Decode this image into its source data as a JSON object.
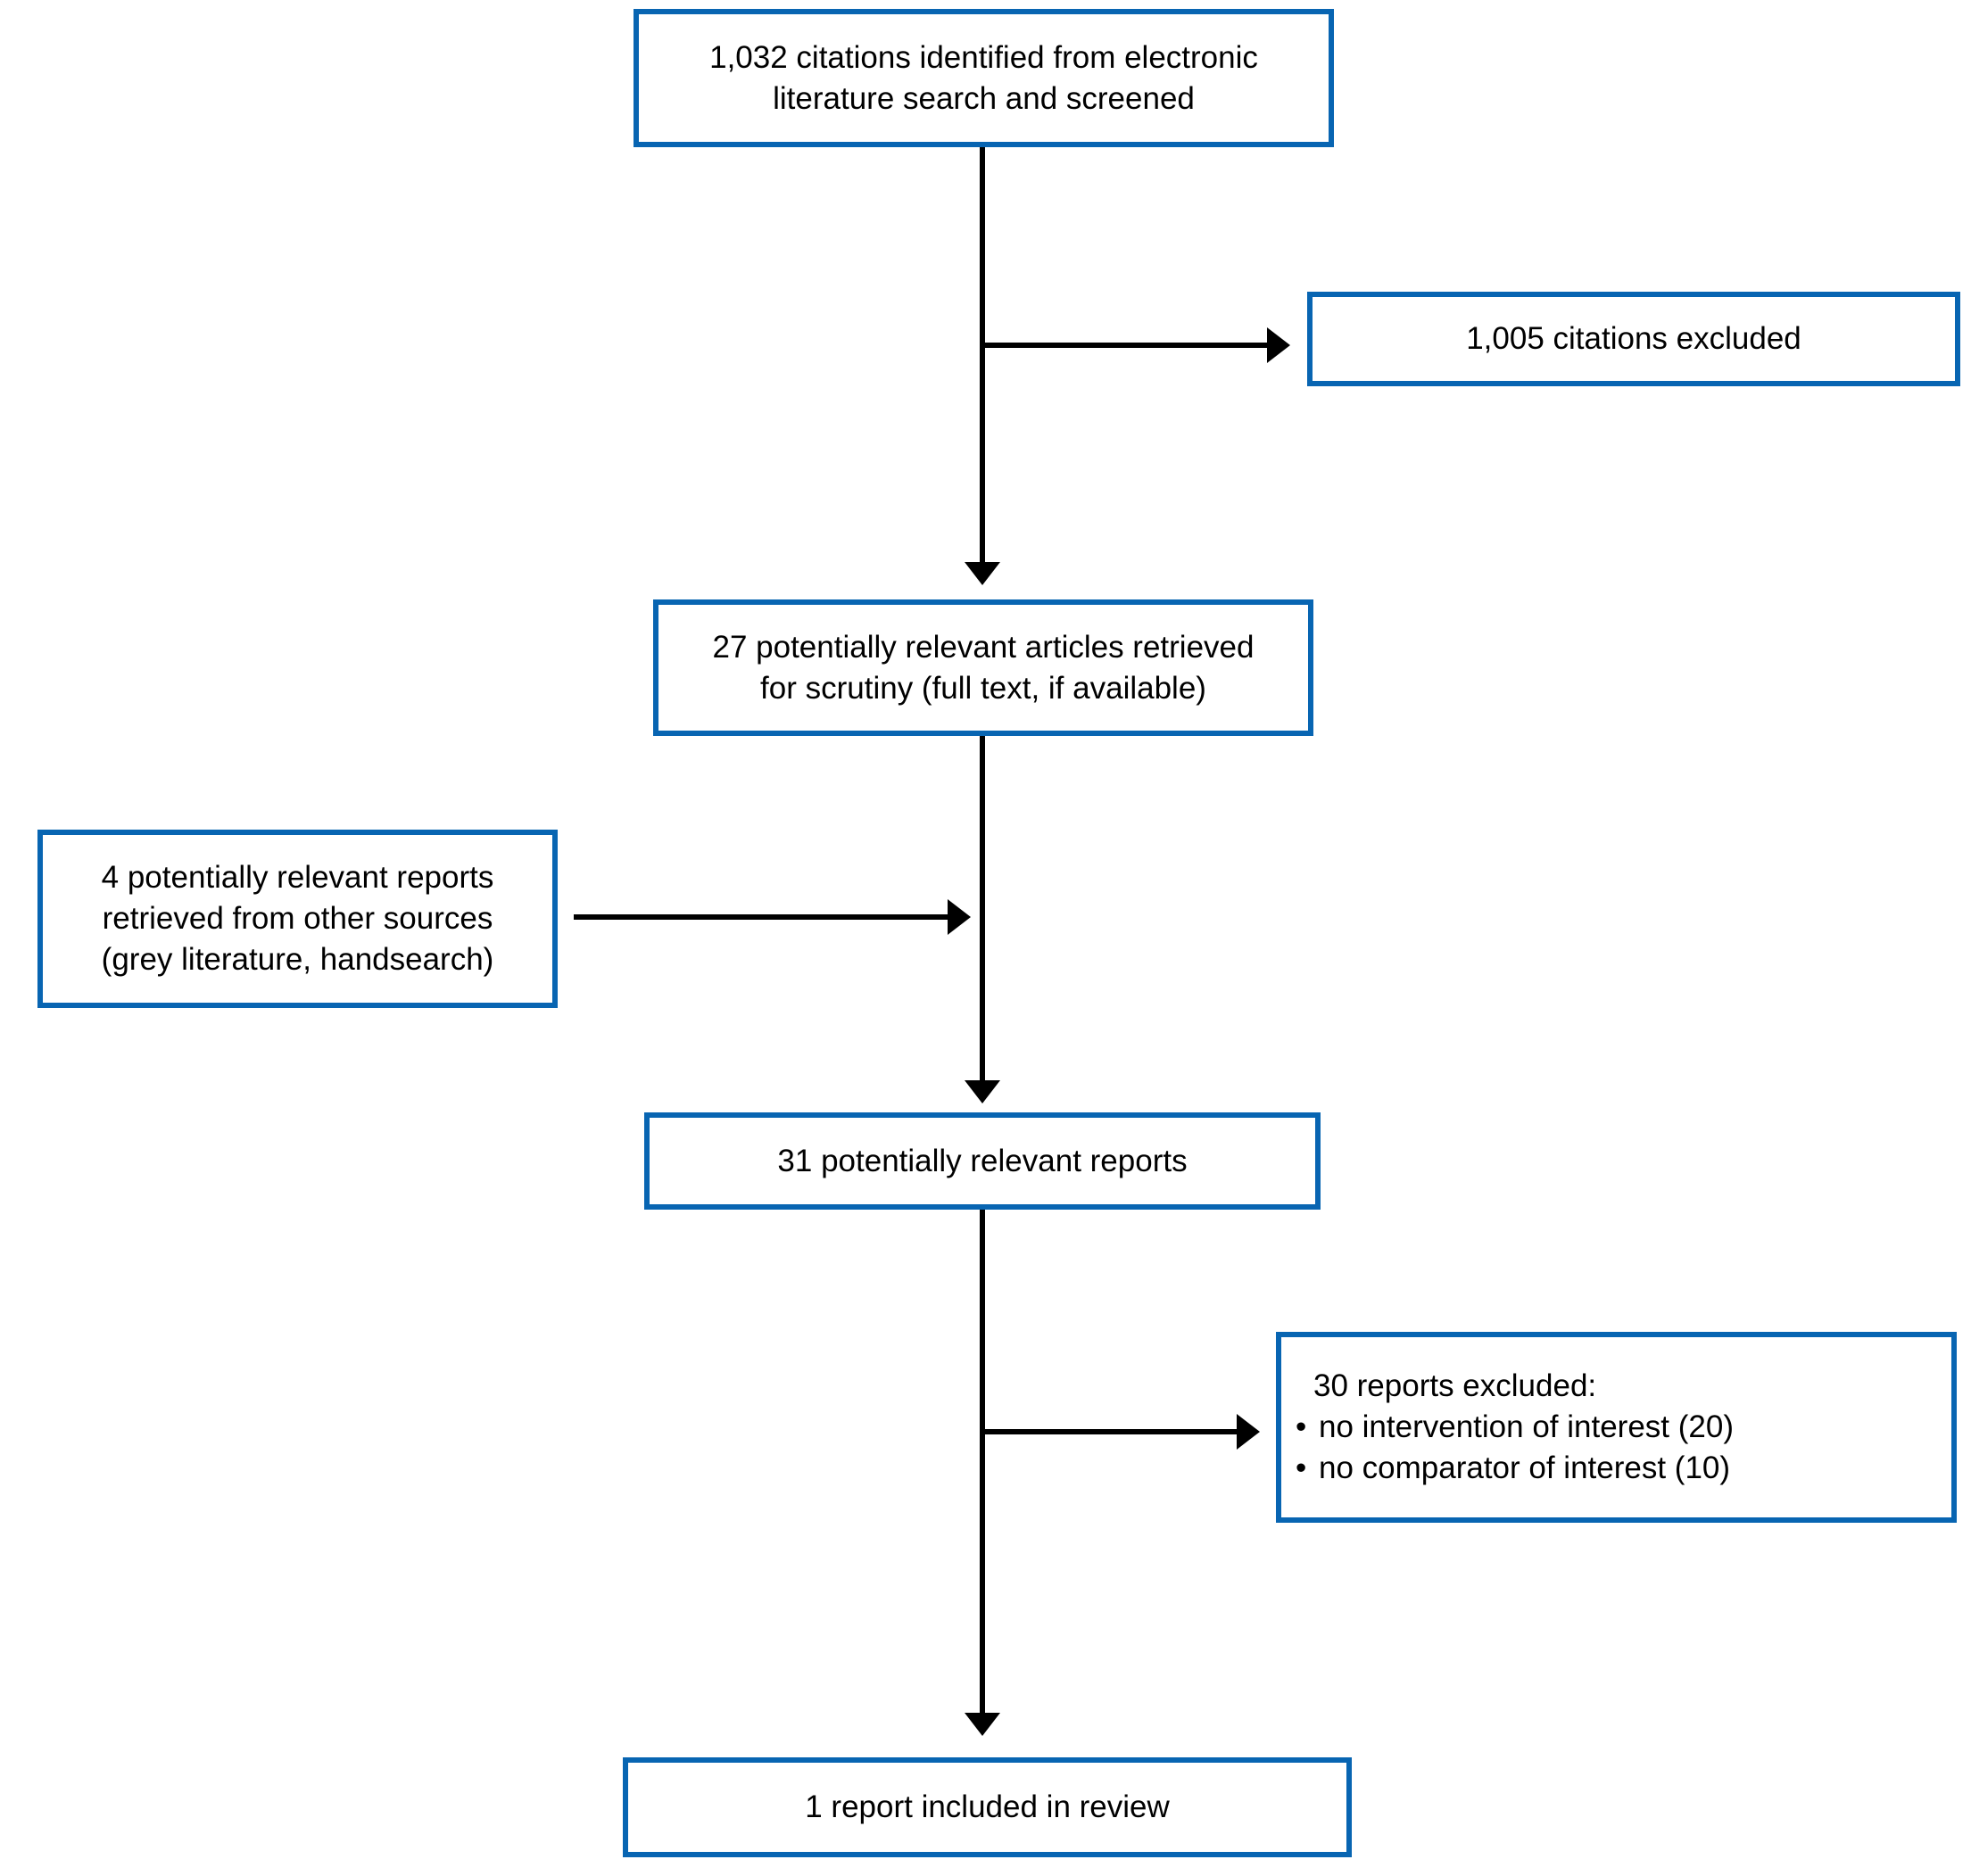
{
  "colors": {
    "box_border": "#0865b2",
    "box_background": "#ffffff",
    "arrow": "#000000",
    "text": "#000000",
    "page_background": "#ffffff"
  },
  "bullet_char": "•",
  "nodes": {
    "identified": {
      "lines": [
        "1,032 citations identified from electronic",
        "literature search and screened"
      ]
    },
    "excluded_citations": {
      "lines": [
        "1,005 citations excluded"
      ]
    },
    "retrieved_articles": {
      "lines": [
        "27 potentially relevant articles retrieved",
        "for scrutiny (full text, if available)"
      ]
    },
    "other_sources": {
      "lines": [
        "4 potentially relevant reports",
        "retrieved from other sources",
        "(grey literature, handsearch)"
      ]
    },
    "relevant_reports": {
      "lines": [
        "31 potentially relevant reports"
      ]
    },
    "excluded_reports": {
      "title": "30 reports excluded:",
      "items": [
        "no intervention of interest (20)",
        "no comparator of interest (10)"
      ]
    },
    "included": {
      "lines": [
        "1 report included in review"
      ]
    }
  },
  "edges": [
    {
      "from": "identified",
      "to": "retrieved_articles",
      "direction": "down"
    },
    {
      "from": "identified",
      "to": "excluded_citations",
      "direction": "right"
    },
    {
      "from": "retrieved_articles",
      "to": "relevant_reports",
      "direction": "down"
    },
    {
      "from": "other_sources",
      "to": "relevant_reports",
      "direction": "right-merge"
    },
    {
      "from": "relevant_reports",
      "to": "included",
      "direction": "down"
    },
    {
      "from": "relevant_reports",
      "to": "excluded_reports",
      "direction": "right"
    }
  ]
}
